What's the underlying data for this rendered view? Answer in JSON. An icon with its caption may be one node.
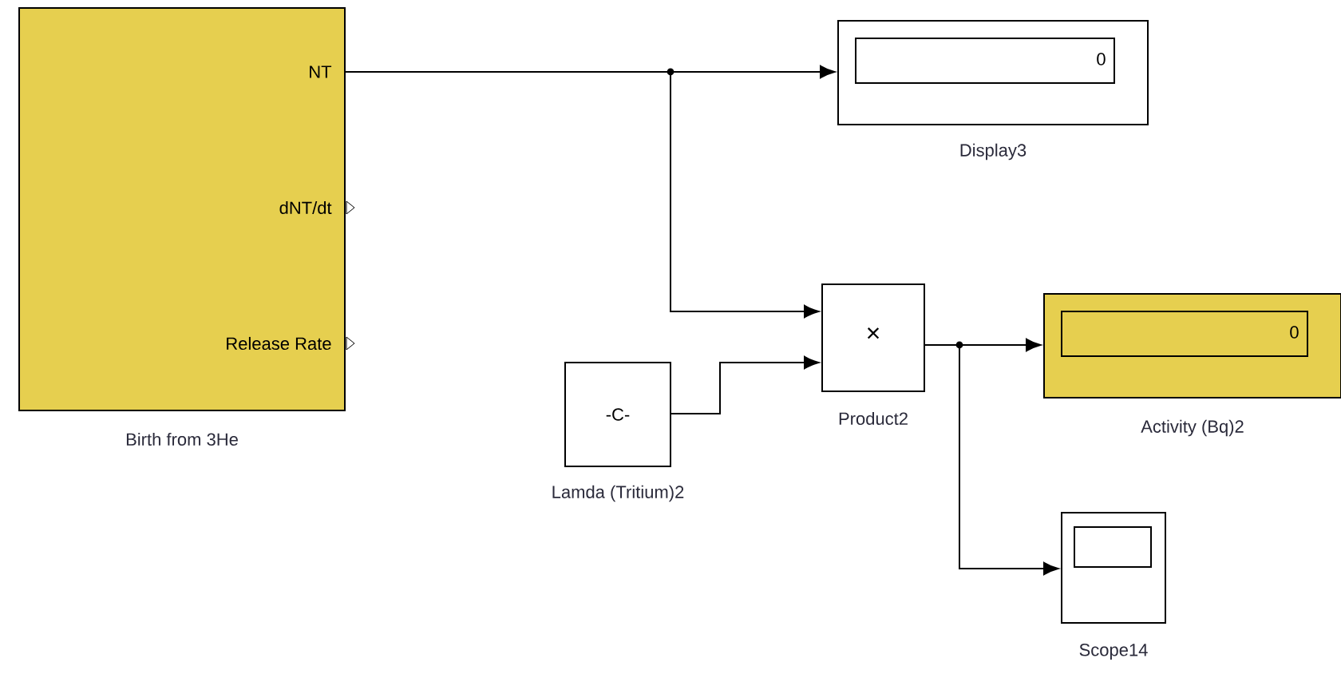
{
  "diagram": {
    "nodes": [
      {
        "text": [
          "NT",
          "dNT/dt",
          "Release Rate"
        ],
        "beside": [
          "Birth from 3He"
        ]
      },
      {
        "text": [
          "0"
        ],
        "beside": [
          "Display3"
        ]
      },
      {
        "text": [
          "×"
        ],
        "beside": [
          "Product2"
        ]
      },
      {
        "text": [
          "-C-"
        ],
        "beside": [
          "Lamda (Tritium)2"
        ]
      },
      {
        "text": [
          "0"
        ],
        "beside": [
          "Activity (Bq)2"
        ]
      },
      {
        "text": [],
        "shape": "box",
        "beside": [
          "Scope14"
        ]
      }
    ],
    "edges": [
      {
        "from": 0,
        "to": 1,
        "arrow": "to"
      },
      {
        "from": 0,
        "to": 2,
        "arrow": "to"
      },
      {
        "from": 3,
        "to": 2,
        "arrow": "to"
      },
      {
        "from": 2,
        "to": 4,
        "arrow": "to"
      },
      {
        "from": 2,
        "to": 5,
        "arrow": "to"
      }
    ]
  }
}
